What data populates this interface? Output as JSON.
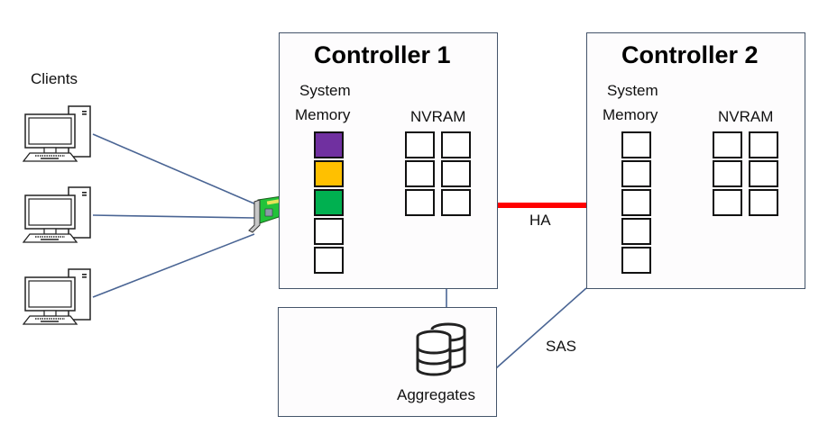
{
  "clients": {
    "label": "Clients",
    "count": 3
  },
  "controllers": [
    {
      "title": "Controller 1",
      "system_memory_label_line1": "System",
      "system_memory_label_line2": "Memory",
      "nvram_label": "NVRAM",
      "memory_slots": [
        "#7030a0",
        "#ffc000",
        "#00b050",
        "#ffffff",
        "#ffffff"
      ],
      "nvram_slots": 6
    },
    {
      "title": "Controller 2",
      "system_memory_label_line1": "System",
      "system_memory_label_line2": "Memory",
      "nvram_label": "NVRAM",
      "memory_slots": [
        "#ffffff",
        "#ffffff",
        "#ffffff",
        "#ffffff",
        "#ffffff"
      ],
      "nvram_slots": 6
    }
  ],
  "links": {
    "ha_label": "HA",
    "ha_color": "#ff0000",
    "sas_label": "SAS",
    "line_color": "#4a6594"
  },
  "aggregates": {
    "label": "Aggregates"
  }
}
